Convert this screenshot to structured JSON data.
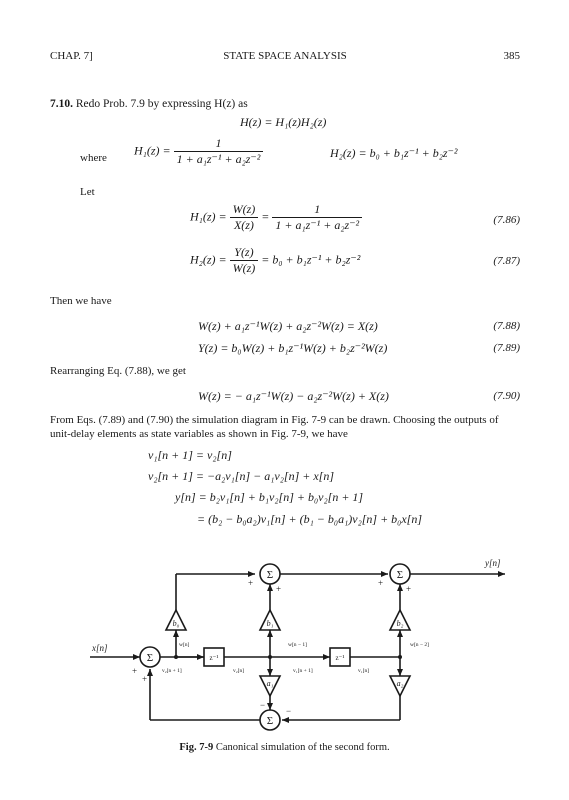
{
  "header": {
    "chapter": "CHAP. 7]",
    "title": "STATE SPACE ANALYSIS",
    "page_number": "385"
  },
  "problem": {
    "number": "7.10.",
    "statement": "Redo Prob. 7.9 by expressing H(z) as"
  },
  "equations": {
    "main": "H(z) = H₁(z)H₂(z)",
    "where": "where",
    "h1_lhs": "H₁(z) =",
    "h1_num": "1",
    "h1_den": "1 + a₁z⁻¹ + a₂z⁻²",
    "h2_def": "H₂(z) = b₀ + b₁z⁻¹ + b₂z⁻²",
    "let": "Let",
    "eq86_lhs": "H₁(z) =",
    "eq86_num1": "W(z)",
    "eq86_den1": "X(z)",
    "eq86_eq": "=",
    "eq86_num2": "1",
    "eq86_den2": "1 + a₁z⁻¹ + a₂z⁻²",
    "eq86_label": "(7.86)",
    "eq87_lhs": "H₂(z) =",
    "eq87_num": "Y(z)",
    "eq87_den": "W(z)",
    "eq87_rhs": "= b₀ + b₁z⁻¹ + b₂z⁻²",
    "eq87_label": "(7.87)",
    "then": "Then we have",
    "eq88": "W(z) + a₁z⁻¹W(z) + a₂z⁻²W(z) = X(z)",
    "eq88_label": "(7.88)",
    "eq89": "Y(z) = b₀W(z) + b₁z⁻¹W(z) + b₂z⁻²W(z)",
    "eq89_label": "(7.89)",
    "rearranging": "Rearranging Eq. (7.88), we get",
    "eq90": "W(z) = − a₁z⁻¹W(z) − a₂z⁻²W(z) + X(z)",
    "eq90_label": "(7.90)",
    "from_eqs": "From Eqs. (7.89) and (7.90) the simulation diagram in Fig. 7-9 can be drawn. Choosing the outputs of unit-delay elements as state variables as shown in Fig. 7-9, we have",
    "state1": "v₁[n + 1] = v₂[n]",
    "state2": "v₂[n + 1] = −a₂v₁[n] − a₁v₂[n] + x[n]",
    "output1": "y[n] = b₂v₁[n] + b₁v₂[n] + b₀v₂[n + 1]",
    "output2": "= (b₂ − b₀a₂)v₁[n] + (b₁ − b₀a₁)v₂[n] + b₀x[n]"
  },
  "diagram": {
    "sigma": "Σ",
    "input_label": "x[n]",
    "output_label": "y[n]",
    "delay": "z⁻¹",
    "b0": "b₀",
    "b1": "b₁",
    "b2": "b₂",
    "a1": "a₁",
    "a2": "a₂",
    "w_n": "w[n]",
    "w_n1": "w[n − 1]",
    "w_n2": "w[n − 2]",
    "v2_n1": "v₂[n + 1]",
    "v2_n": "v₂[n]",
    "v1_n1": "v₁[n + 1]",
    "v1_n": "v₁[n]",
    "plus": "+",
    "minus": "−"
  },
  "caption": {
    "label": "Fig. 7-9",
    "text": "Canonical simulation of the second form."
  }
}
